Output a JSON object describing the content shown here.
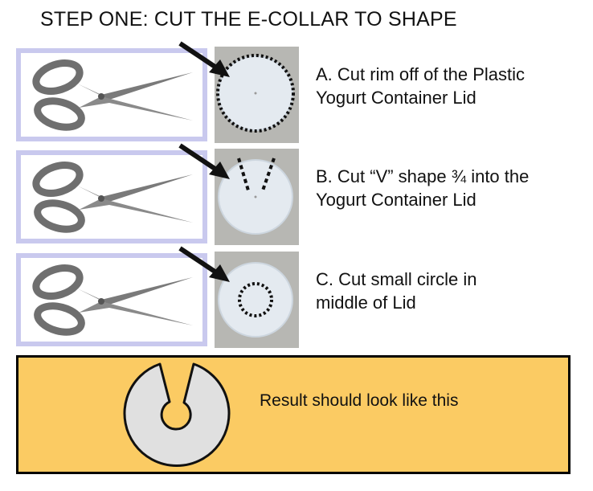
{
  "title": "STEP ONE: CUT THE E-COLLAR TO SHAPE",
  "steps": [
    {
      "line1": "A. Cut rim off of the Plastic",
      "line2": "Yogurt Container Lid",
      "cut_type": "rim"
    },
    {
      "line1": "B. Cut “V” shape ¾ into the",
      "line2": "Yogurt Container Lid",
      "cut_type": "v-shape"
    },
    {
      "line1": "C. Cut small circle in",
      "line2": "middle of Lid",
      "cut_type": "center-circle"
    }
  ],
  "result": {
    "text": "Result should look like this"
  },
  "colors": {
    "scissors_border": "#c9c9ee",
    "lid_background": "#b7b7b3",
    "lid": "#e4eaf0",
    "result_background": "#fbcb63",
    "result_shape": "#e0e0e0"
  }
}
